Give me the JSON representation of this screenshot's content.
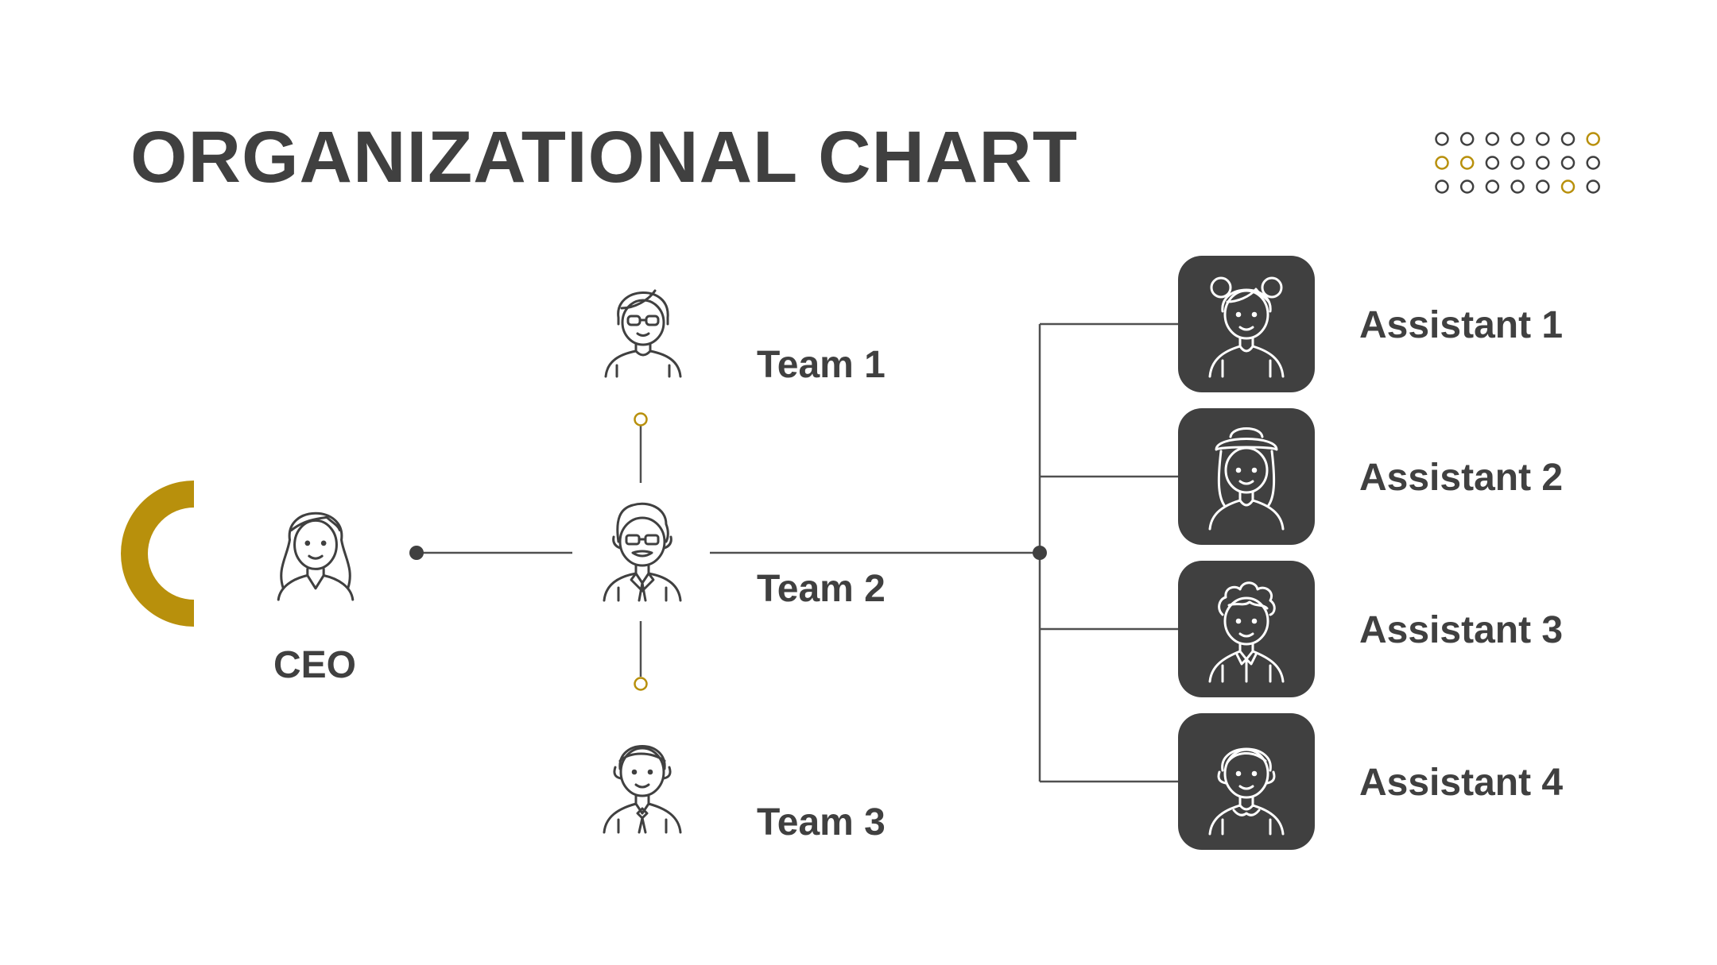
{
  "title": "ORGANIZATIONAL CHART",
  "colors": {
    "dark": "#404040",
    "accent": "#B8900C",
    "line": "#505050"
  },
  "ceo": {
    "label": "CEO",
    "icon": "woman-long-hair-icon"
  },
  "teams": [
    {
      "label": "Team 1",
      "icon": "woman-glasses-icon"
    },
    {
      "label": "Team 2",
      "icon": "bald-man-glasses-icon"
    },
    {
      "label": "Team 3",
      "icon": "man-suit-icon"
    }
  ],
  "assistants": [
    {
      "label": "Assistant 1",
      "icon": "girl-buns-icon"
    },
    {
      "label": "Assistant 2",
      "icon": "woman-hat-icon"
    },
    {
      "label": "Assistant 3",
      "icon": "boy-curly-hair-icon"
    },
    {
      "label": "Assistant 4",
      "icon": "woman-bun-icon"
    }
  ],
  "dot_grid": {
    "rows": 3,
    "cols": 7,
    "accent_cells": [
      [
        0,
        6
      ],
      [
        1,
        0
      ],
      [
        1,
        1
      ],
      [
        2,
        5
      ]
    ]
  }
}
